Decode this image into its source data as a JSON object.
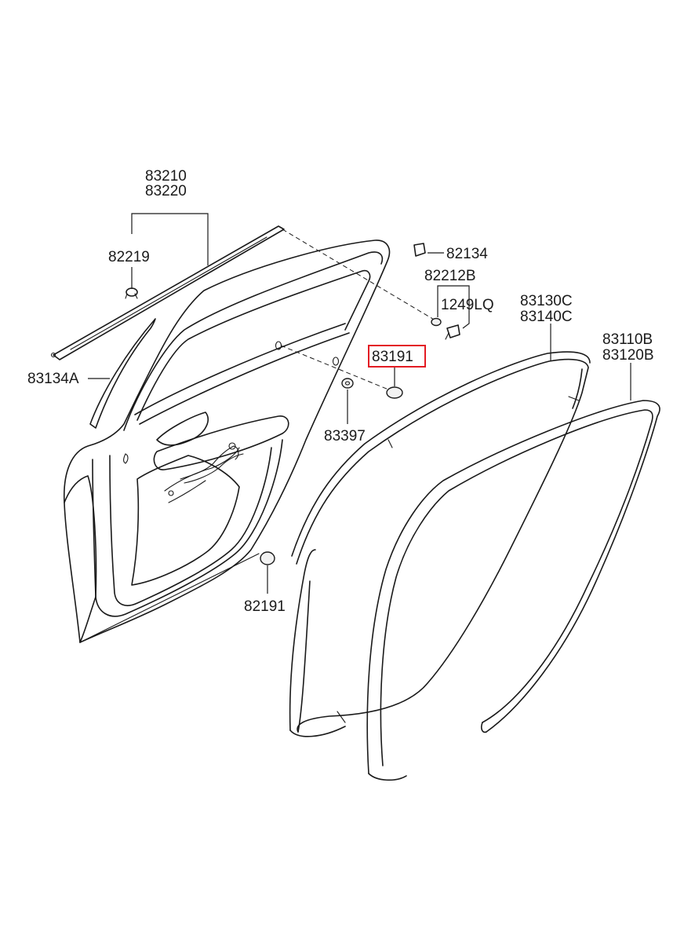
{
  "callouts": {
    "moulding_upper": "83210",
    "moulding_lower": "83220",
    "clip_82219": "82219",
    "strip_83134A": "83134A",
    "clip_82134": "82134",
    "grommet_82212B": "82212B",
    "screw_1249LQ": "1249LQ",
    "plug_83191": "83191",
    "seal_83397": "83397",
    "plug_82191": "82191",
    "weatherstrip_83130C": "83130C",
    "weatherstrip_83140C": "83140C",
    "weatherstrip_83110B": "83110B",
    "weatherstrip_83120B": "83120B"
  },
  "highlight": {
    "part": "83191",
    "color": "#e31b23"
  }
}
